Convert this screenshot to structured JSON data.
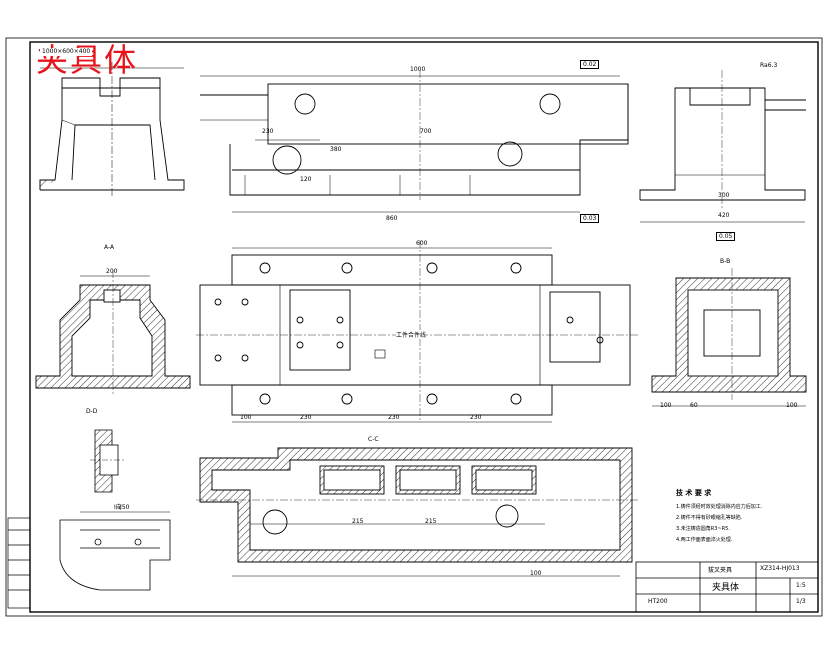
{
  "title_overlay": "夹具体",
  "drawing_number": "XZ314-HJ013",
  "part_name": "夹具体",
  "assembly_name": "拔叉夹具",
  "scale": "1:5",
  "sheet": "1/3",
  "material": "HT200",
  "weight": "",
  "drawing_label": "工件合件线",
  "section_labels": {
    "aa": "A-A",
    "bb": "B-B",
    "cc": "C-C",
    "dd": "D-D",
    "view_i": "I向"
  },
  "notes": {
    "heading": "技 术 要 求",
    "items": [
      "1.铸件须经时效处理消除内应力后加工.",
      "2.铸件不得有砂眼缩孔等缺陷.",
      "3.未注铸造圆角R3~R5.",
      "4.两工作面表面淬火处理."
    ]
  },
  "dimensions": {
    "top_overall": "1000",
    "top_inner": "700",
    "top_left": "230",
    "top_bottom": "860",
    "height_a": "380",
    "height_b": "120",
    "right_view_width": "300",
    "right_view_total": "420",
    "plan_width": "600",
    "plan_sub_a": "230",
    "plan_sub_b": "230",
    "plan_sub_c": "230",
    "plan_sub_d": "100",
    "aa_width": "200",
    "bb_w1": "100",
    "bb_w2": "60",
    "bb_w3": "100",
    "section_c_a": "215",
    "section_c_b": "215",
    "section_c_c": "100",
    "view_i_w": "250"
  },
  "tolerances": {
    "flat": "0.02",
    "perp": "0.03",
    "par": "0.05"
  },
  "stamp_text": "1000×600×400",
  "roughness": "Ra6.3",
  "colors": {
    "line": "#000000",
    "title": "#e8141c"
  }
}
